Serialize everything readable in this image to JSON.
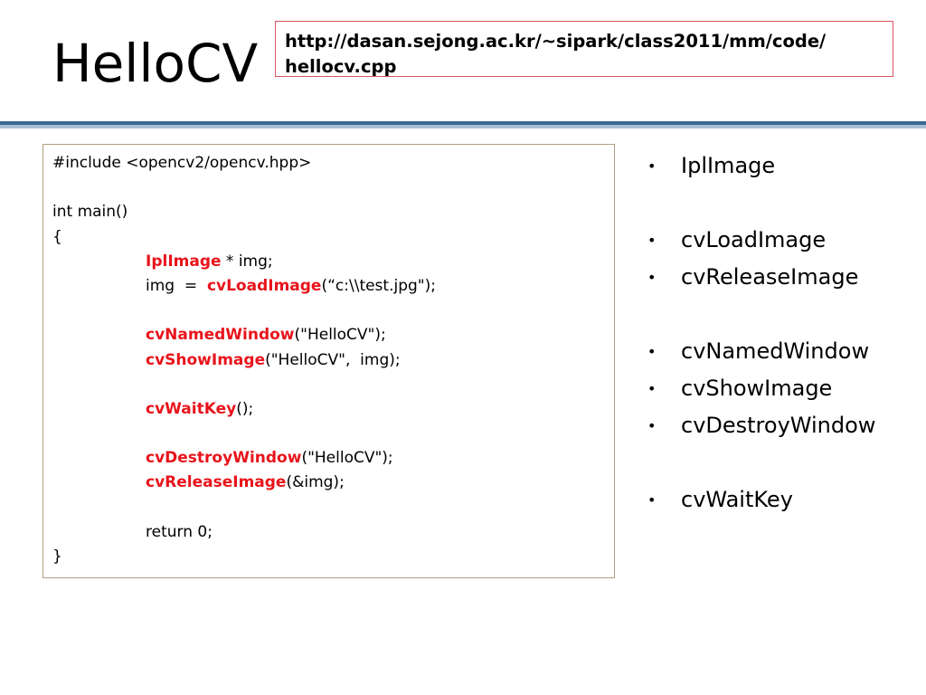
{
  "slide": {
    "title": "HelloCV",
    "url_line1": "http://dasan.sejong.ac.kr/~sipark/class2011/mm/code/",
    "url_line2": "hellocv.cpp"
  },
  "code": {
    "include": "#include  <opencv2/opencv.hpp>",
    "main_sig": "int main()",
    "open_brace": "{",
    "ipl_kw": "IplImage",
    "ipl_rest": " * img;",
    "load_pre": "img  =  ",
    "load_kw": "cvLoadImage",
    "load_rest": "(“c:\\\\test.jpg\");",
    "named_kw": "cvNamedWindow",
    "named_rest": "(\"HelloCV\");",
    "show_kw": "cvShowImage",
    "show_rest": "(\"HelloCV\",  img);",
    "wait_kw": "cvWaitKey",
    "wait_rest": "();",
    "destroy_kw": "cvDestroyWindow",
    "destroy_rest": "(\"HelloCV\");",
    "release_kw": "cvReleaseImage",
    "release_rest": "(&img);",
    "return_stmt": "return 0;",
    "close_brace": "}"
  },
  "bullets": [
    "IplImage",
    "cvLoadImage",
    "cvReleaseImage",
    "cvNamedWindow",
    "cvShowImage",
    "cvDestroyWindow",
    "cvWaitKey"
  ],
  "bullet_symbol": "•",
  "colors": {
    "keyword": "#e8141c",
    "url_border": "#d9535f",
    "divider": "#3b6796",
    "code_border": "#b0a07f"
  }
}
